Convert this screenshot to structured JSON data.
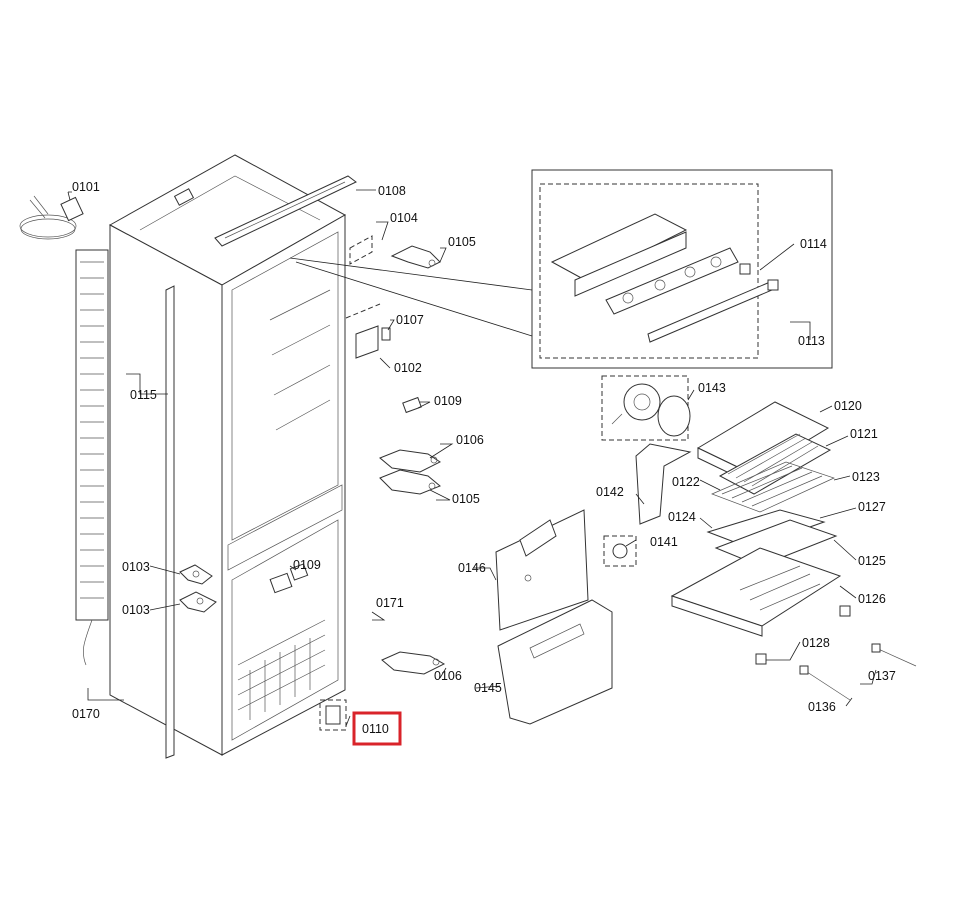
{
  "labels": {
    "p0101": "0101",
    "p0102": "0102",
    "p0103a": "0103",
    "p0103b": "0103",
    "p0104": "0104",
    "p0105a": "0105",
    "p0105b": "0105",
    "p0106a": "0106",
    "p0106b": "0106",
    "p0107": "0107",
    "p0108": "0108",
    "p0109a": "0109",
    "p0109b": "0109",
    "p0110": "0110",
    "p0113": "0113",
    "p0114": "0114",
    "p0115": "0115",
    "p0120": "0120",
    "p0121": "0121",
    "p0122": "0122",
    "p0123": "0123",
    "p0124": "0124",
    "p0125": "0125",
    "p0126": "0126",
    "p0127": "0127",
    "p0128": "0128",
    "p0136": "0136",
    "p0137": "0137",
    "p0141": "0141",
    "p0142": "0142",
    "p0143": "0143",
    "p0145": "0145",
    "p0146": "0146",
    "p0170": "0170",
    "p0171": "0171"
  },
  "highlight": {
    "label": "0110",
    "color": "#d9232a"
  }
}
